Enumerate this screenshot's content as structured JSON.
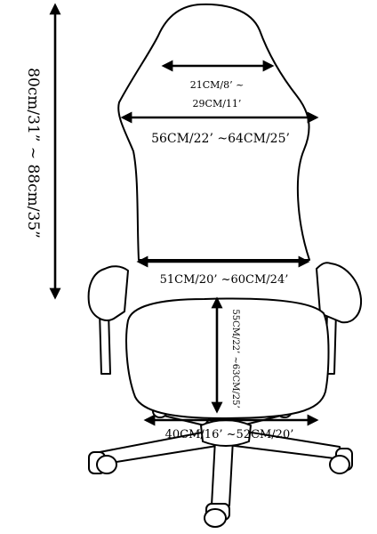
{
  "measurements": {
    "total_height": "80cm/31” ~ 88cm/35”",
    "headrest_width_line1": "21CM/8’ ~",
    "headrest_width_line2": "29CM/11’",
    "shoulder_width": "56CM/22’  ~64CM/25’",
    "lower_back_width": "51CM/20’  ~60CM/24’",
    "seat_depth": "55CM/22’ ~63CM/25’",
    "seat_width": "40CM/16’  ~52CM/20’"
  },
  "colors": {
    "line": "#000000",
    "background": "#ffffff"
  }
}
